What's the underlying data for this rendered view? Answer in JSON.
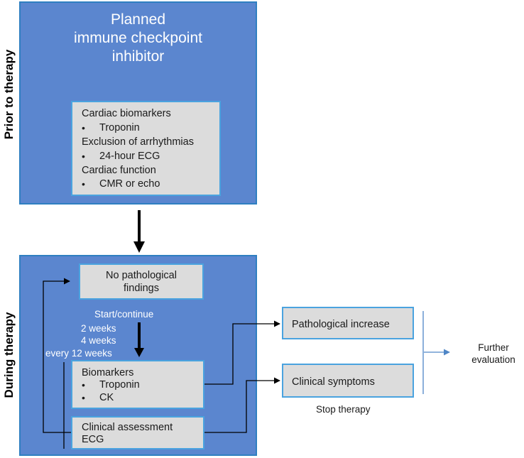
{
  "side_labels": {
    "prior": "Prior to therapy",
    "during": "During therapy"
  },
  "top_panel": {
    "title_lines": [
      "Planned",
      "immune checkpoint",
      "inhibitor"
    ],
    "box": {
      "heading1": "Cardiac biomarkers",
      "item1": "Troponin",
      "heading2": "Exclusion of arrhythmias",
      "item2": "24-hour ECG",
      "heading3": "Cardiac function",
      "item3": "CMR or echo"
    }
  },
  "bottom_panel": {
    "no_findings_lines": [
      "No pathological",
      "findings"
    ],
    "start_continue": "Start/continue",
    "intervals": [
      "2 weeks",
      "4 weeks",
      "every 12 weeks"
    ],
    "biomarkers": {
      "heading": "Biomarkers",
      "items": [
        "Troponin",
        "CK"
      ]
    },
    "clinical_lines": [
      "Clinical assessment",
      "ECG"
    ]
  },
  "outcomes": {
    "pathological_increase": "Pathological increase",
    "clinical_symptoms": "Clinical symptoms",
    "stop_therapy": "Stop therapy",
    "further_evaluation_lines": [
      "Further",
      "evaluation"
    ]
  },
  "bullet": "•",
  "colors": {
    "panel": "#5b86cf",
    "panel_border": "#2f7fc1",
    "box": "#dcdcdc",
    "box_border": "#4aa3df",
    "arrow_blue": "#4f86c6"
  }
}
